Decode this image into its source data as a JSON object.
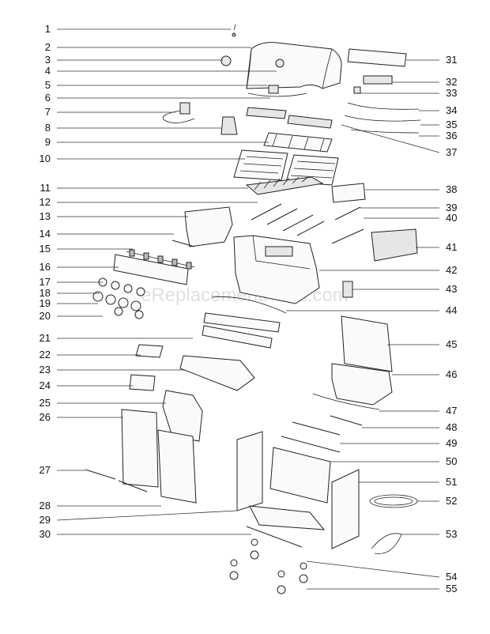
{
  "watermark": "eReplacementParts.com",
  "callouts_left": [
    "1",
    "2",
    "3",
    "4",
    "5",
    "6",
    "7",
    "8",
    "9",
    "10",
    "11",
    "12",
    "13",
    "14",
    "15",
    "16",
    "17",
    "18",
    "19",
    "20",
    "21",
    "22",
    "23",
    "24",
    "25",
    "26",
    "27",
    "28",
    "29",
    "30"
  ],
  "callouts_right": [
    "31",
    "32",
    "33",
    "34",
    "35",
    "36",
    "37",
    "38",
    "39",
    "40",
    "41",
    "42",
    "43",
    "44",
    "45",
    "46",
    "47",
    "48",
    "49",
    "50",
    "51",
    "52",
    "53",
    "54",
    "55"
  ]
}
